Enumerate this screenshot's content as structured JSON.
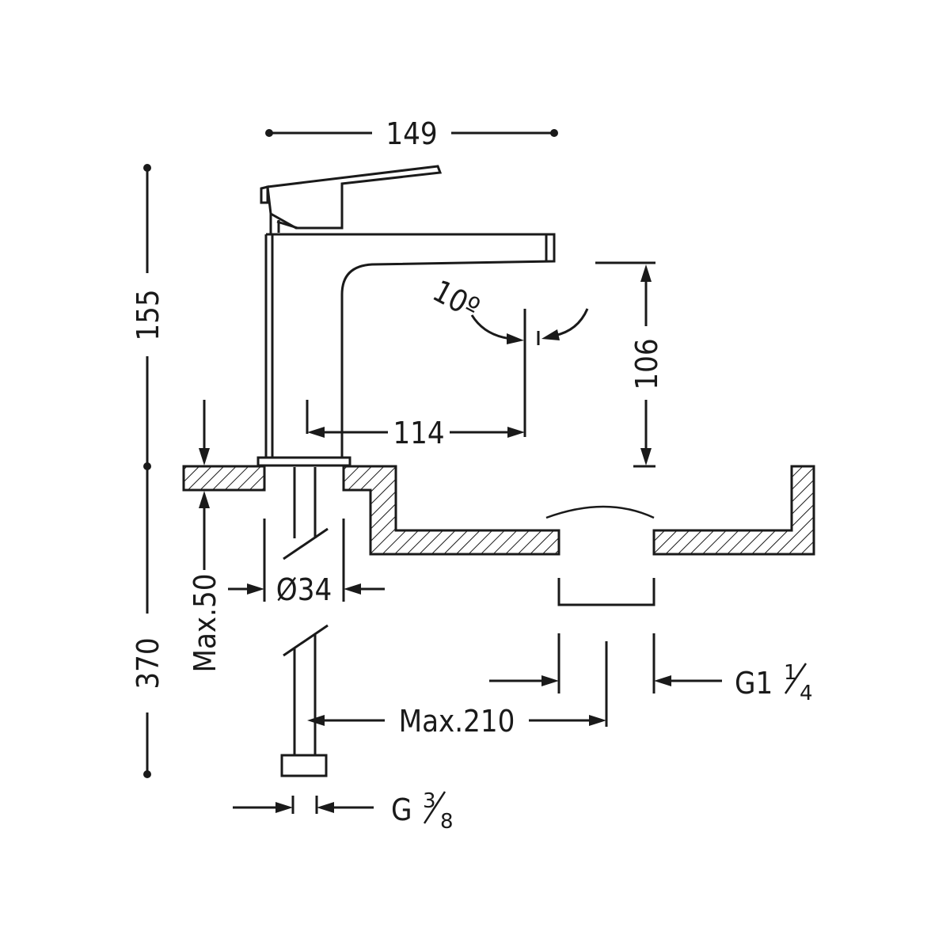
{
  "dimensions": {
    "width_top": "149",
    "height_tap": "155",
    "height_total": "370",
    "spout_reach": "114",
    "spout_height": "106",
    "tilt_angle": "10º",
    "hole_diameter": "Ø34",
    "counter_thickness": "Max.50",
    "hose_reach": "Max.210",
    "waste_thread_main": "G1",
    "waste_thread_num": "1",
    "waste_thread_den": "4",
    "supply_thread_main": "G",
    "supply_thread_num": "3",
    "supply_thread_den": "8"
  }
}
